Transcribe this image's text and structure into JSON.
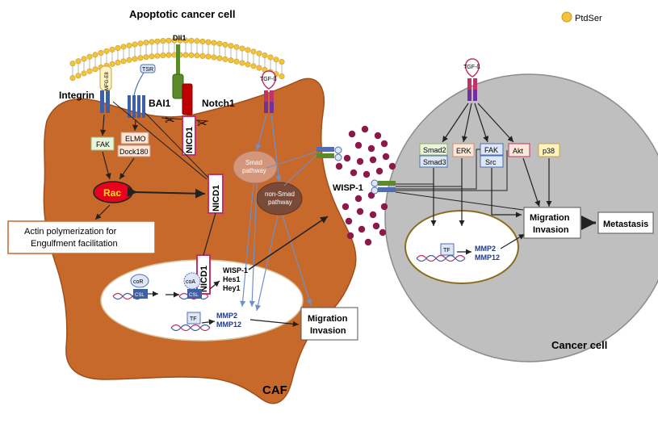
{
  "labels": {
    "apoptotic_cell": "Apoptotic cancer cell",
    "ptdser": "PtdSer",
    "dll1": "Dll1",
    "integrin": "Integrin",
    "mfge8": "MFG-E8",
    "tsr": "TSR",
    "bai1": "BAI1",
    "notch1": "Notch1",
    "fak": "FAK",
    "elmo": "ELMO",
    "dock180": "Dock180",
    "rac": "Rac",
    "nicd1": "NICD1",
    "actin_line1": "Actin polymerization for",
    "actin_line2": "Engulfment facilitation",
    "tgfb": "TGF-ß",
    "smad_pathway_line1": "Smad",
    "smad_pathway_line2": "pathway",
    "nonsmad_line1": "non-Smad",
    "nonsmad_line2": "pathway",
    "wisp1": "WISP-1",
    "cor": "coR",
    "coa": "coA",
    "csl": "CSL",
    "tf": "TF",
    "target_wisp1": "WISP-1",
    "target_hes1": "Hes1",
    "target_hey1": "Hey1",
    "mmp2": "MMP2",
    "mmp12": "MMP12",
    "migration": "Migration",
    "invasion": "Invasion",
    "caf": "CAF",
    "smad2": "Smad2",
    "smad3": "Smad3",
    "erk": "ERK",
    "fak2": "FAK",
    "src": "Src",
    "akt": "Akt",
    "p38": "p38",
    "metastasis": "Metastasis",
    "cancer_cell": "Cancer cell"
  },
  "colors": {
    "caf_fill": "#c8692c",
    "caf_stroke": "#a04f1a",
    "cancer_fill": "#bfbfbf",
    "cancer_stroke": "#8c8c8c",
    "membrane_head": "#f2c43d",
    "wisp_dot": "#8b1a4a",
    "rac_fill": "#e8001c",
    "nicd_border": "#c0326a",
    "notch_red": "#c00000",
    "receptor_green": "#5a8a2a",
    "receptor_purple": "#7030a0",
    "receptor_blue": "#4f6fb0"
  },
  "icons": [
    "scissors-icon",
    "dna-icon"
  ]
}
